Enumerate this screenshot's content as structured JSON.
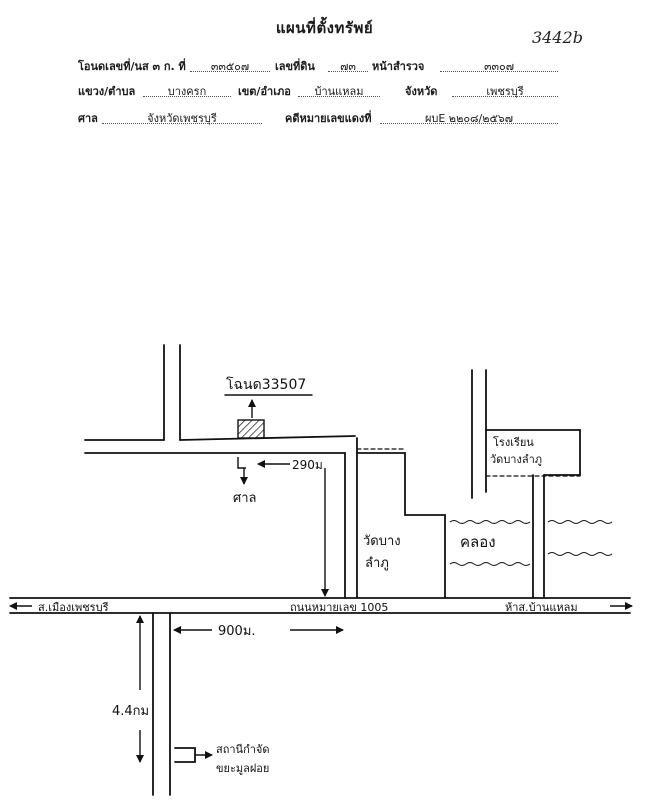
{
  "header": {
    "title": "แผนที่ตั้งทรัพย์",
    "doc_number": "3442b"
  },
  "form": {
    "row1": {
      "deed_label": "โอนดเลขที่/นส ๓ ก. ที่",
      "deed_value": "๓๓๕๐๗",
      "land_label": "เลขที่ดิน",
      "land_value": "๗๓",
      "survey_label": "หน้าสำรวจ",
      "survey_value": "๓๓๐๗"
    },
    "row2": {
      "subdistrict_label": "แขวง/ตำบล",
      "subdistrict_value": "บางครก",
      "district_label": "เขต/อำเภอ",
      "district_value": "บ้านแหลม",
      "province_label": "จังหวัด",
      "province_value": "เพชรบุรี"
    },
    "row3": {
      "court_label": "ศาล",
      "court_value": "จังหวัดเพชรบุรี",
      "case_label": "คดีหมายเลขแดงที่",
      "case_value": "ผบE ๒๒๐๘/๒๕๖๗"
    }
  },
  "map": {
    "deed_label": "โฉนด33507",
    "distance_to_plot": "290ม",
    "shrine_label": "ศาล",
    "temple_label_line1": "วัดบาง",
    "temple_label_line2": "ลำภู",
    "school_line1": "โรงเรียน",
    "school_line2": "วัดบางลำภู",
    "canal_label": "คลอง",
    "road_name": "ถนนหมายเลข 1005",
    "left_direction": "ส.เมืองเพชรบุรี",
    "right_direction": "ห้าส.บ้านแหลม",
    "distance_900": "900ม.",
    "distance_vertical": "4.4กม",
    "station_line1": "สถานีกำจัด",
    "station_line2": "ขยะมูลฝอย"
  }
}
